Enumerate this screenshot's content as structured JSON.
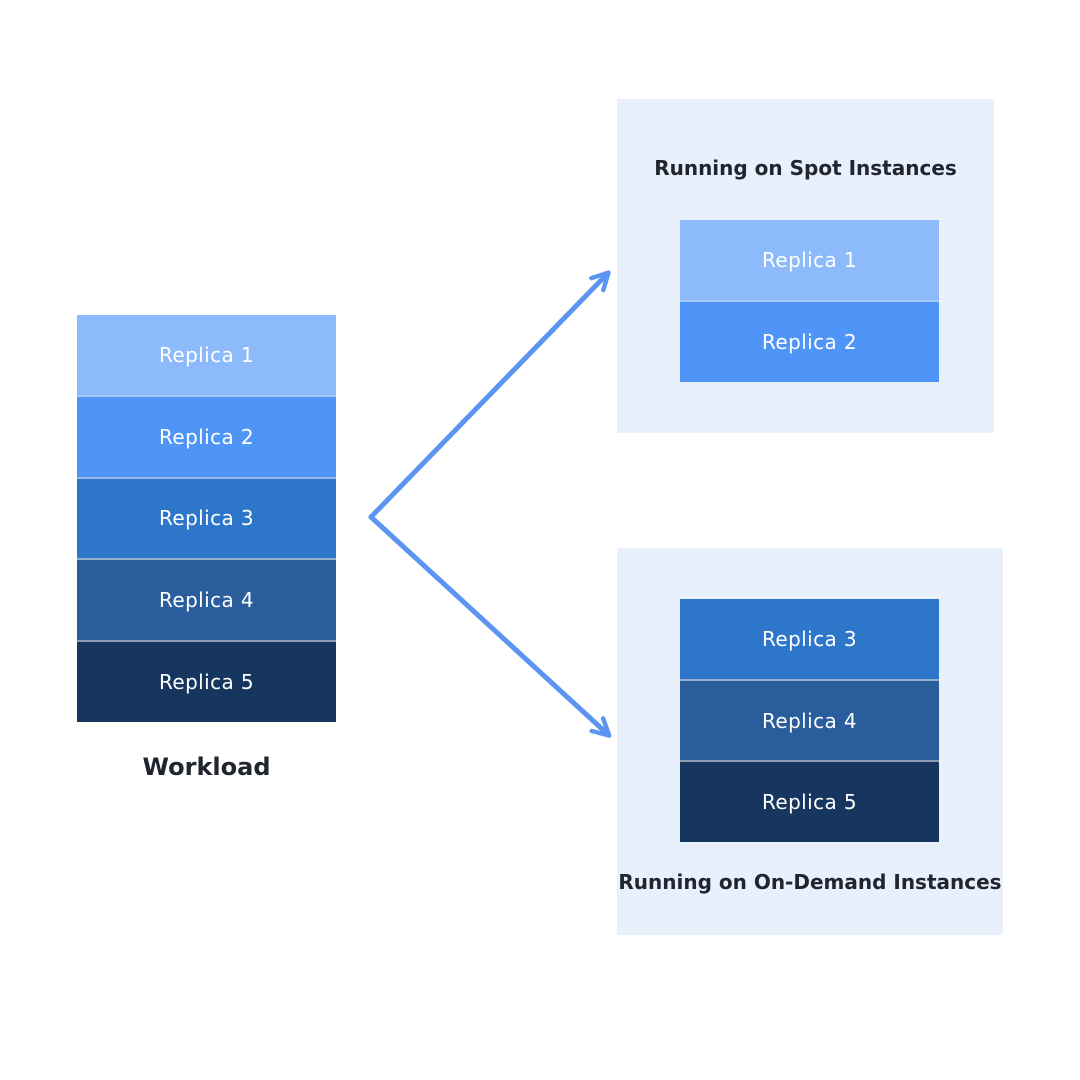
{
  "colors": {
    "panel_bg": "#E8F0FB",
    "arrow": "#5B94F1",
    "heading_text": "#212530",
    "block_text": "#FFFFFF"
  },
  "workload": {
    "label": "Workload",
    "replicas": [
      {
        "label": "Replica 1",
        "color": "#8CBAFA"
      },
      {
        "label": "Replica 2",
        "color": "#4E95F7"
      },
      {
        "label": "Replica 3",
        "color": "#2E76C9"
      },
      {
        "label": "Replica 4",
        "color": "#2A5D9C"
      },
      {
        "label": "Replica 5",
        "color": "#17365F"
      }
    ]
  },
  "spot_panel": {
    "title": "Running on Spot Instances",
    "replicas": [
      {
        "label": "Replica 1",
        "color": "#8CBAFA"
      },
      {
        "label": "Replica 2",
        "color": "#4E95F7"
      }
    ]
  },
  "on_demand_panel": {
    "title": "Running on On-Demand Instances",
    "replicas": [
      {
        "label": "Replica 3",
        "color": "#2E76C9"
      },
      {
        "label": "Replica 4",
        "color": "#2A5D9C"
      },
      {
        "label": "Replica 5",
        "color": "#17365F"
      }
    ]
  }
}
